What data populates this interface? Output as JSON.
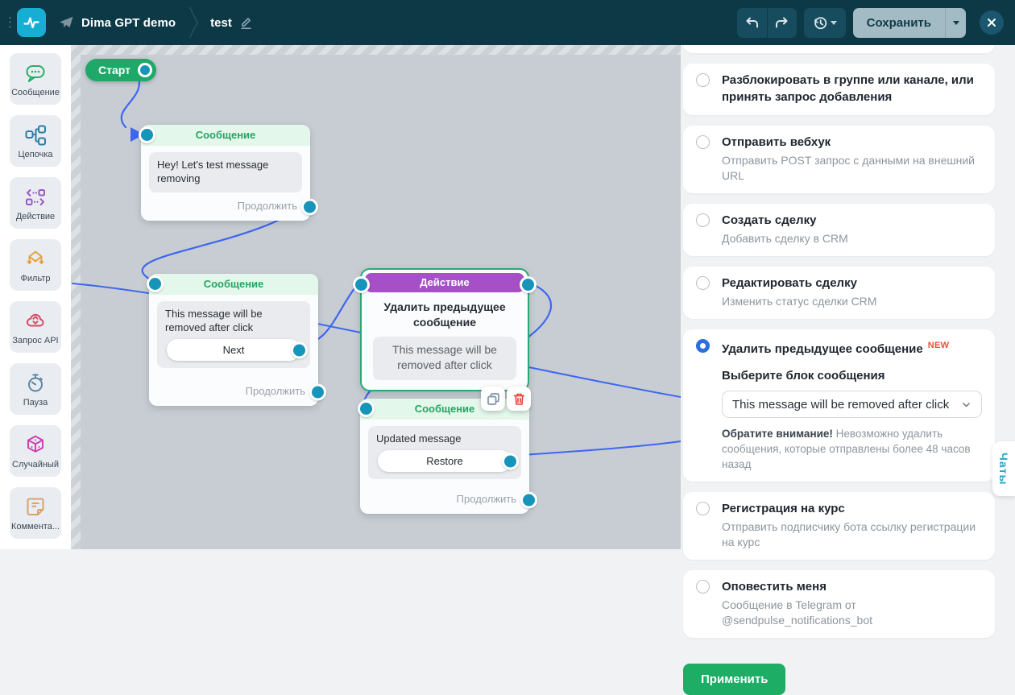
{
  "header": {
    "bot_name": "Dima GPT demo",
    "flow_name": "test",
    "save_label": "Сохранить"
  },
  "sidebar": {
    "items": [
      {
        "label": "Сообщение",
        "icon": "message-bubble-icon"
      },
      {
        "label": "Цепочка",
        "icon": "flow-chain-icon"
      },
      {
        "label": "Действие",
        "icon": "action-icon"
      },
      {
        "label": "Фильтр",
        "icon": "filter-icon"
      },
      {
        "label": "Запрос API",
        "icon": "api-request-icon"
      },
      {
        "label": "Пауза",
        "icon": "pause-timer-icon"
      },
      {
        "label": "Случайный",
        "icon": "random-dice-icon"
      },
      {
        "label": "Коммента...",
        "icon": "comment-icon"
      }
    ]
  },
  "canvas": {
    "start_label": "Старт",
    "nodes": {
      "msg1": {
        "header": "Сообщение",
        "body": "Hey! Let's test message removing",
        "footer": "Продолжить"
      },
      "msg2": {
        "header": "Сообщение",
        "body": "This message will be removed after click",
        "button": "Next",
        "footer": "Продолжить"
      },
      "action": {
        "header": "Действие",
        "title": "Удалить предыдущее сообщение",
        "body": "This message will be removed after click"
      },
      "msg3": {
        "header": "Сообщение",
        "body": "Updated message",
        "button": "Restore",
        "footer": "Продолжить"
      }
    }
  },
  "panel": {
    "options": [
      {
        "title": "Разблокировать в группе или канале, или принять запрос добавления",
        "selected": false
      },
      {
        "title": "Отправить вебхук",
        "subtitle": "Отправить POST запрос с данными на внешний URL",
        "selected": false
      },
      {
        "title": "Создать сделку",
        "subtitle": "Добавить сделку в CRM",
        "selected": false
      },
      {
        "title": "Редактировать сделку",
        "subtitle": "Изменить статус сделки CRM",
        "selected": false
      },
      {
        "title": "Удалить предыдущее сообщение",
        "badge": "NEW",
        "selected": true,
        "form_label": "Выберите блок сообщения",
        "select_value": "This message will be removed after click",
        "note_bold": "Обратите внимание!",
        "note_text": " Невозможно удалить сообщения, которые отправлены более 48 часов назад"
      },
      {
        "title": "Регистрация на курс",
        "subtitle": "Отправить подписчику бота ссылку регистрации на курс",
        "selected": false
      },
      {
        "title": "Оповестить меня",
        "subtitle": "Сообщение в Telegram от @sendpulse_notifications_bot",
        "selected": false
      }
    ],
    "apply_label": "Применить",
    "chats_tab_label": "Чаты"
  },
  "colors": {
    "header_bg": "#0d3947",
    "brand_teal": "#17aed3",
    "node_green": "#27a464",
    "action_purple": "#a64fc6",
    "wire_blue": "#3f66f1",
    "port_teal": "#1794ba",
    "apply_green": "#1ead65",
    "new_badge": "#f0512f",
    "radio_selected": "#2b70dd",
    "canvas_bg": "#c7cdd3"
  }
}
